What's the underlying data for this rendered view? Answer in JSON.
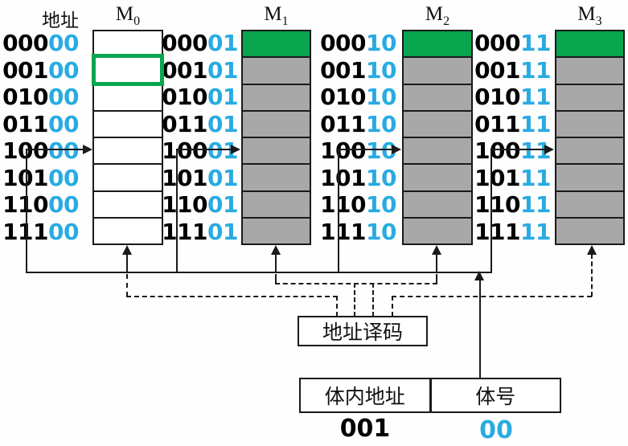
{
  "header": {
    "address_label": "地址"
  },
  "banks": [
    {
      "label": "M",
      "sub": "0",
      "rows": [
        {
          "p": "000",
          "s": "00"
        },
        {
          "p": "001",
          "s": "00"
        },
        {
          "p": "010",
          "s": "00"
        },
        {
          "p": "011",
          "s": "00"
        },
        {
          "p": "100",
          "s": "00"
        },
        {
          "p": "101",
          "s": "00"
        },
        {
          "p": "110",
          "s": "00"
        },
        {
          "p": "111",
          "s": "00"
        }
      ],
      "cells": [
        "white",
        "selected",
        "white",
        "white",
        "white",
        "white",
        "white",
        "white"
      ]
    },
    {
      "label": "M",
      "sub": "1",
      "rows": [
        {
          "p": "000",
          "s": "01"
        },
        {
          "p": "001",
          "s": "01"
        },
        {
          "p": "010",
          "s": "01"
        },
        {
          "p": "011",
          "s": "01"
        },
        {
          "p": "100",
          "s": "01"
        },
        {
          "p": "101",
          "s": "01"
        },
        {
          "p": "110",
          "s": "01"
        },
        {
          "p": "111",
          "s": "01"
        }
      ],
      "cells": [
        "green",
        "gray",
        "gray",
        "gray",
        "gray",
        "gray",
        "gray",
        "gray"
      ]
    },
    {
      "label": "M",
      "sub": "2",
      "rows": [
        {
          "p": "000",
          "s": "10"
        },
        {
          "p": "001",
          "s": "10"
        },
        {
          "p": "010",
          "s": "10"
        },
        {
          "p": "011",
          "s": "10"
        },
        {
          "p": "100",
          "s": "10"
        },
        {
          "p": "101",
          "s": "10"
        },
        {
          "p": "110",
          "s": "10"
        },
        {
          "p": "111",
          "s": "10"
        }
      ],
      "cells": [
        "green",
        "gray",
        "gray",
        "gray",
        "gray",
        "gray",
        "gray",
        "gray"
      ]
    },
    {
      "label": "M",
      "sub": "3",
      "rows": [
        {
          "p": "000",
          "s": "11"
        },
        {
          "p": "001",
          "s": "11"
        },
        {
          "p": "010",
          "s": "11"
        },
        {
          "p": "011",
          "s": "11"
        },
        {
          "p": "100",
          "s": "11"
        },
        {
          "p": "101",
          "s": "11"
        },
        {
          "p": "110",
          "s": "11"
        },
        {
          "p": "111",
          "s": "11"
        }
      ],
      "cells": [
        "green",
        "gray",
        "gray",
        "gray",
        "gray",
        "gray",
        "gray",
        "gray"
      ]
    }
  ],
  "decoder": {
    "label": "地址译码"
  },
  "register": {
    "in_bank_label": "体内地址",
    "bank_no_label": "体号",
    "in_bank_value": "001",
    "bank_no_value": "00"
  },
  "colors": {
    "highlight_green": "#0aa54f",
    "cell_gray": "#a8a8a8",
    "low_bits_cyan": "#29abe2",
    "line_black": "#1a1a1a"
  }
}
